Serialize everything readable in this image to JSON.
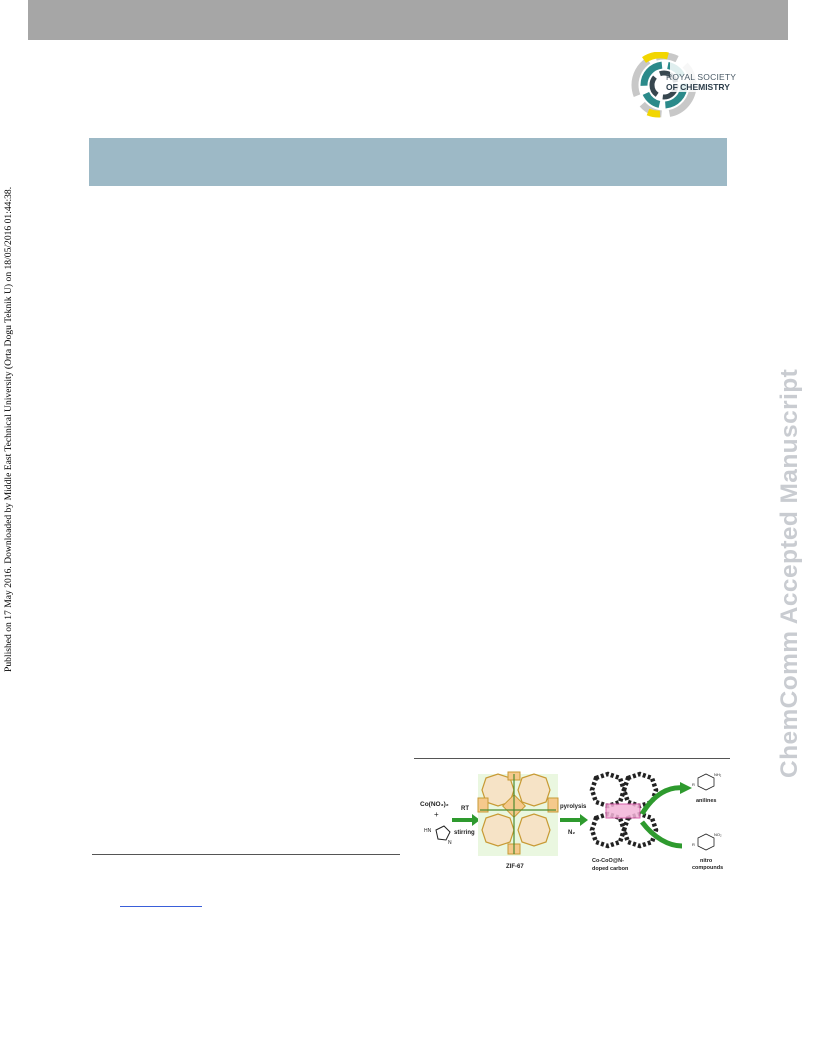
{
  "side_note": "Published on 17 May 2016. Downloaded by Middle East Technical University (Orta Dogu Teknik U) on 18/05/2016 01:44:38.",
  "watermark": "ChemComm Accepted Manuscript",
  "logo": {
    "line1": "ROYAL SOCIETY",
    "line2": "OF CHEMISTRY"
  },
  "graphic": {
    "reactant1": "Co(NO₃)₂",
    "plus": "+",
    "reactant2_label": "HN",
    "reactant2_n": "N",
    "step1_top": "RT",
    "step1_bottom": "stirring",
    "intermediate": "ZIF-67",
    "step2_top": "pyrolysis",
    "step2_bottom": "N₂",
    "product_line1": "Co-CoO@N-",
    "product_line2": "doped carbon",
    "out1_label": "anilines",
    "out1_group": "NH₂",
    "out2_label_line1": "nitro",
    "out2_label_line2": "compounds",
    "out2_group": "NO₂",
    "r_label": "R"
  }
}
